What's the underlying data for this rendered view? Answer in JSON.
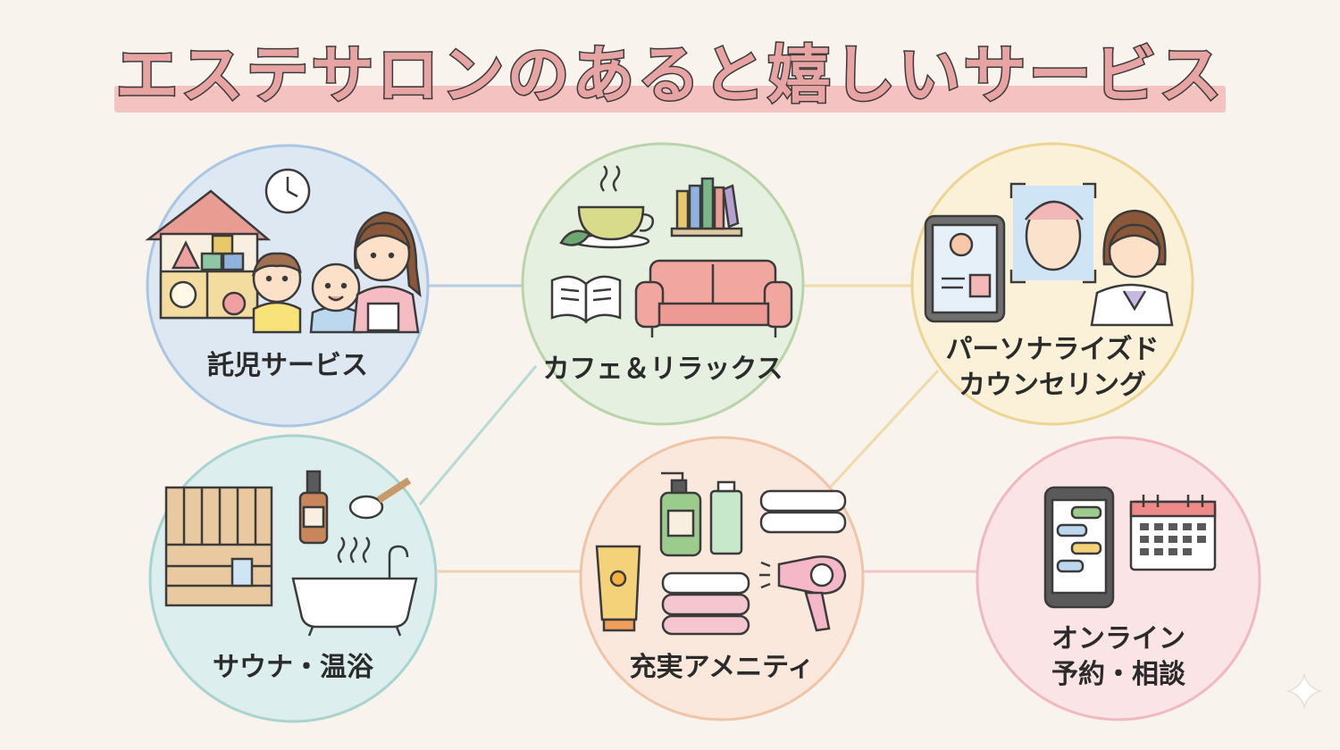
{
  "title": "エステサロンのあると嬉しいサービス",
  "colors": {
    "background": "#f8f3ec",
    "title_fill": "#e8a3a3",
    "title_band": "#f4c3c1"
  },
  "services": [
    {
      "lines": [
        "託児サービス"
      ],
      "circle_fill": "#dde8f3",
      "circle_stroke": "#a9c6e2"
    },
    {
      "lines": [
        "カフェ＆リラックス"
      ],
      "circle_fill": "#e6f0e0",
      "circle_stroke": "#b8d4a8"
    },
    {
      "lines": [
        "パーソナライズド",
        "カウンセリング"
      ],
      "circle_fill": "#fbf1d8",
      "circle_stroke": "#ecd491"
    },
    {
      "lines": [
        "サウナ・温浴"
      ],
      "circle_fill": "#dcefee",
      "circle_stroke": "#a8d4d0"
    },
    {
      "lines": [
        "充実アメニティ"
      ],
      "circle_fill": "#fbe8dc",
      "circle_stroke": "#f0c4a6"
    },
    {
      "lines": [
        "オンライン",
        "予約・相談"
      ],
      "circle_fill": "#fbe4e6",
      "circle_stroke": "#efb9bf"
    }
  ],
  "icons": {
    "childcare": [
      "house-icon",
      "clock-icon",
      "child-icon",
      "baby-icon",
      "caregiver-icon"
    ],
    "cafe": [
      "tea-cup-icon",
      "books-icon",
      "open-book-icon",
      "sofa-icon"
    ],
    "counseling": [
      "tablet-icon",
      "face-scan-icon",
      "counselor-icon"
    ],
    "sauna": [
      "sauna-room-icon",
      "essential-oil-icon",
      "bath-salt-icon",
      "bathtub-icon"
    ],
    "amenity": [
      "pump-bottle-icon",
      "tube-icon",
      "towel-stack-icon",
      "sunscreen-icon",
      "hair-dryer-icon"
    ],
    "online": [
      "smartphone-chat-icon",
      "calendar-icon"
    ]
  }
}
